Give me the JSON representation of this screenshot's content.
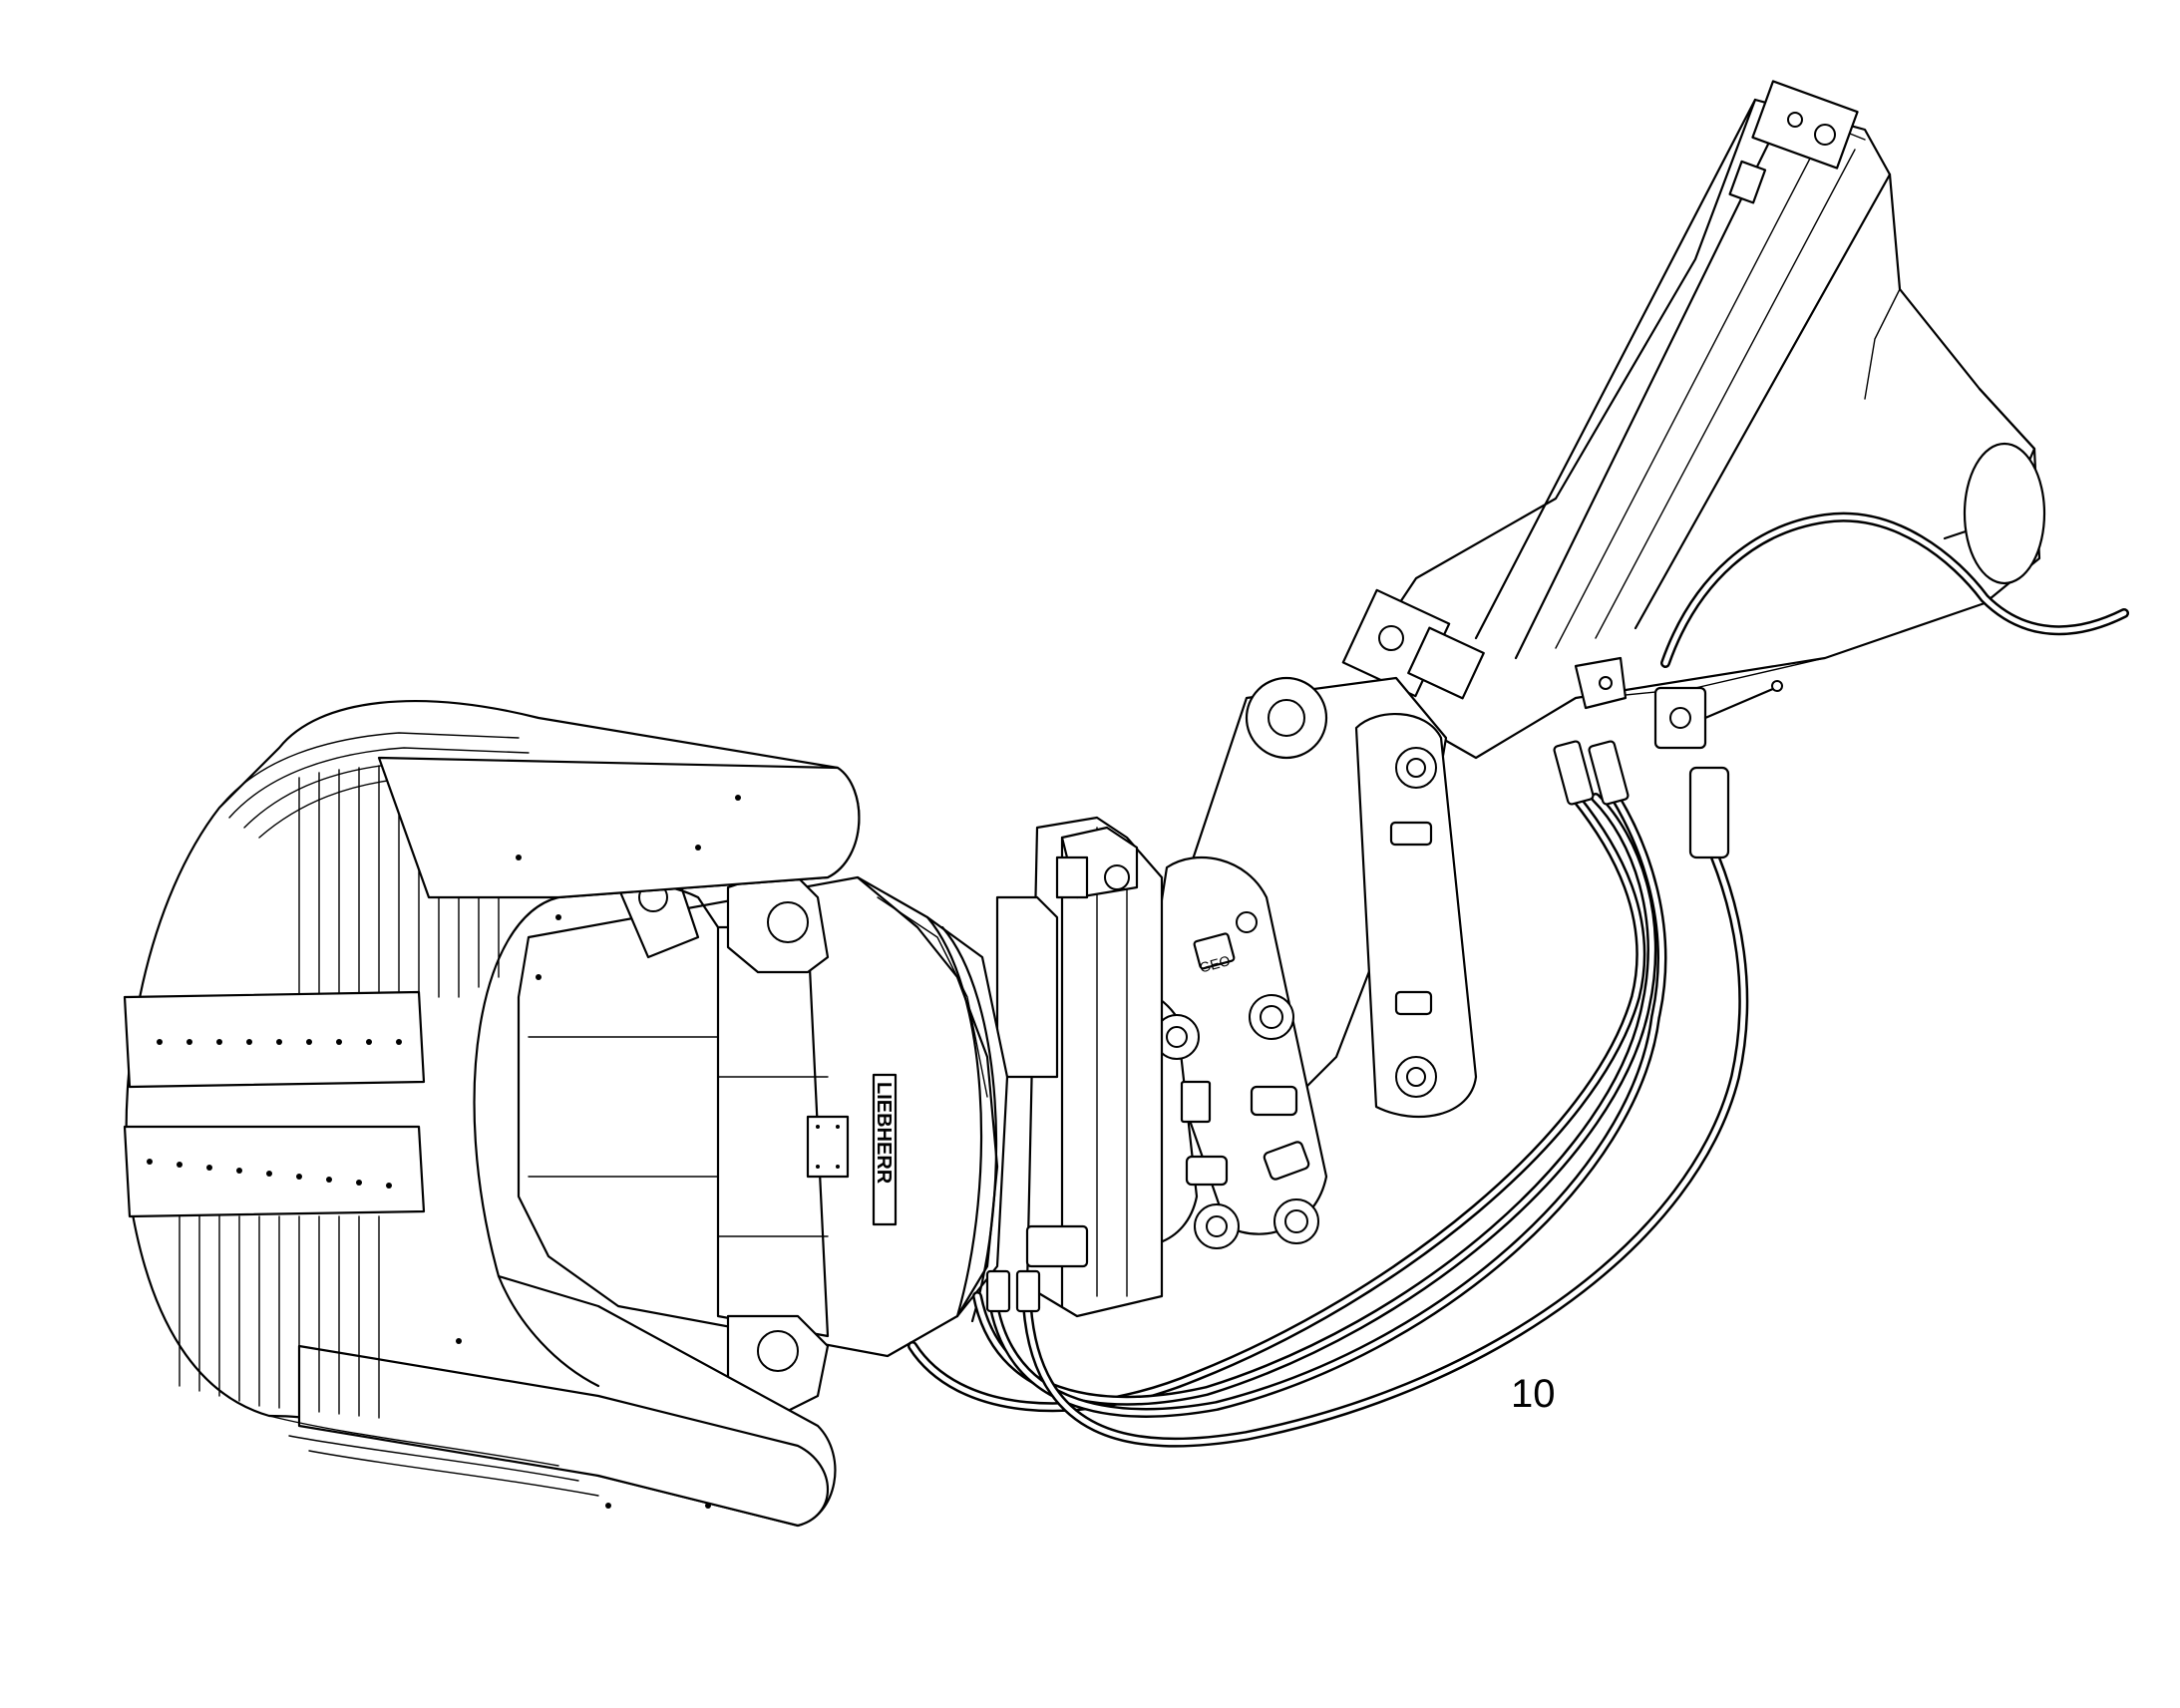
{
  "figure": {
    "reference_label": "10",
    "brand_marking": "LIEBHERR",
    "small_plate_marking": "GEO"
  },
  "colors": {
    "line": "#000000",
    "background": "#ffffff"
  }
}
